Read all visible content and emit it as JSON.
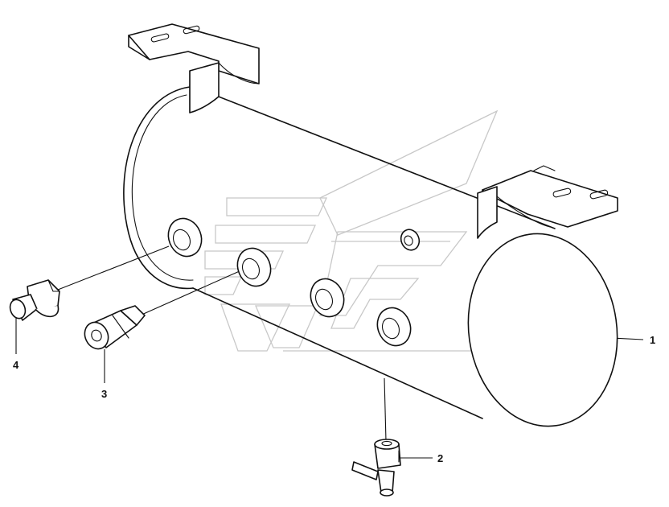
{
  "callouts": [
    {
      "id": "1",
      "label": "1"
    },
    {
      "id": "2",
      "label": "2"
    },
    {
      "id": "3",
      "label": "3"
    },
    {
      "id": "4",
      "label": "4"
    }
  ],
  "parts": [
    {
      "callout": "1",
      "icon": "air-tank-icon"
    },
    {
      "callout": "2",
      "icon": "drain-valve-icon"
    },
    {
      "callout": "3",
      "icon": "pressure-sensor-icon"
    },
    {
      "callout": "4",
      "icon": "banjo-fitting-icon"
    }
  ],
  "watermark": {
    "icon": "brand-logo-watermark",
    "color": "#c8c8c8"
  },
  "colors": {
    "line": "#111111",
    "background": "#ffffff"
  }
}
